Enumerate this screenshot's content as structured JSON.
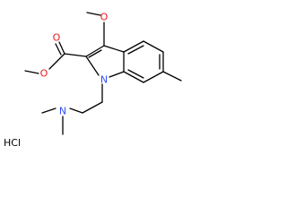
{
  "molecule": {
    "atoms": {
      "carbonyl_oxygen": "O",
      "ester_oxygen": "O",
      "methoxy_oxygen": "O",
      "indole_nitrogen": "N",
      "amine_nitrogen": "N"
    },
    "salt_label": "HCl"
  },
  "colors": {
    "bond": "#000000",
    "oxygen": "#e8191f",
    "nitrogen": "#3050f8",
    "text": "#000000"
  }
}
